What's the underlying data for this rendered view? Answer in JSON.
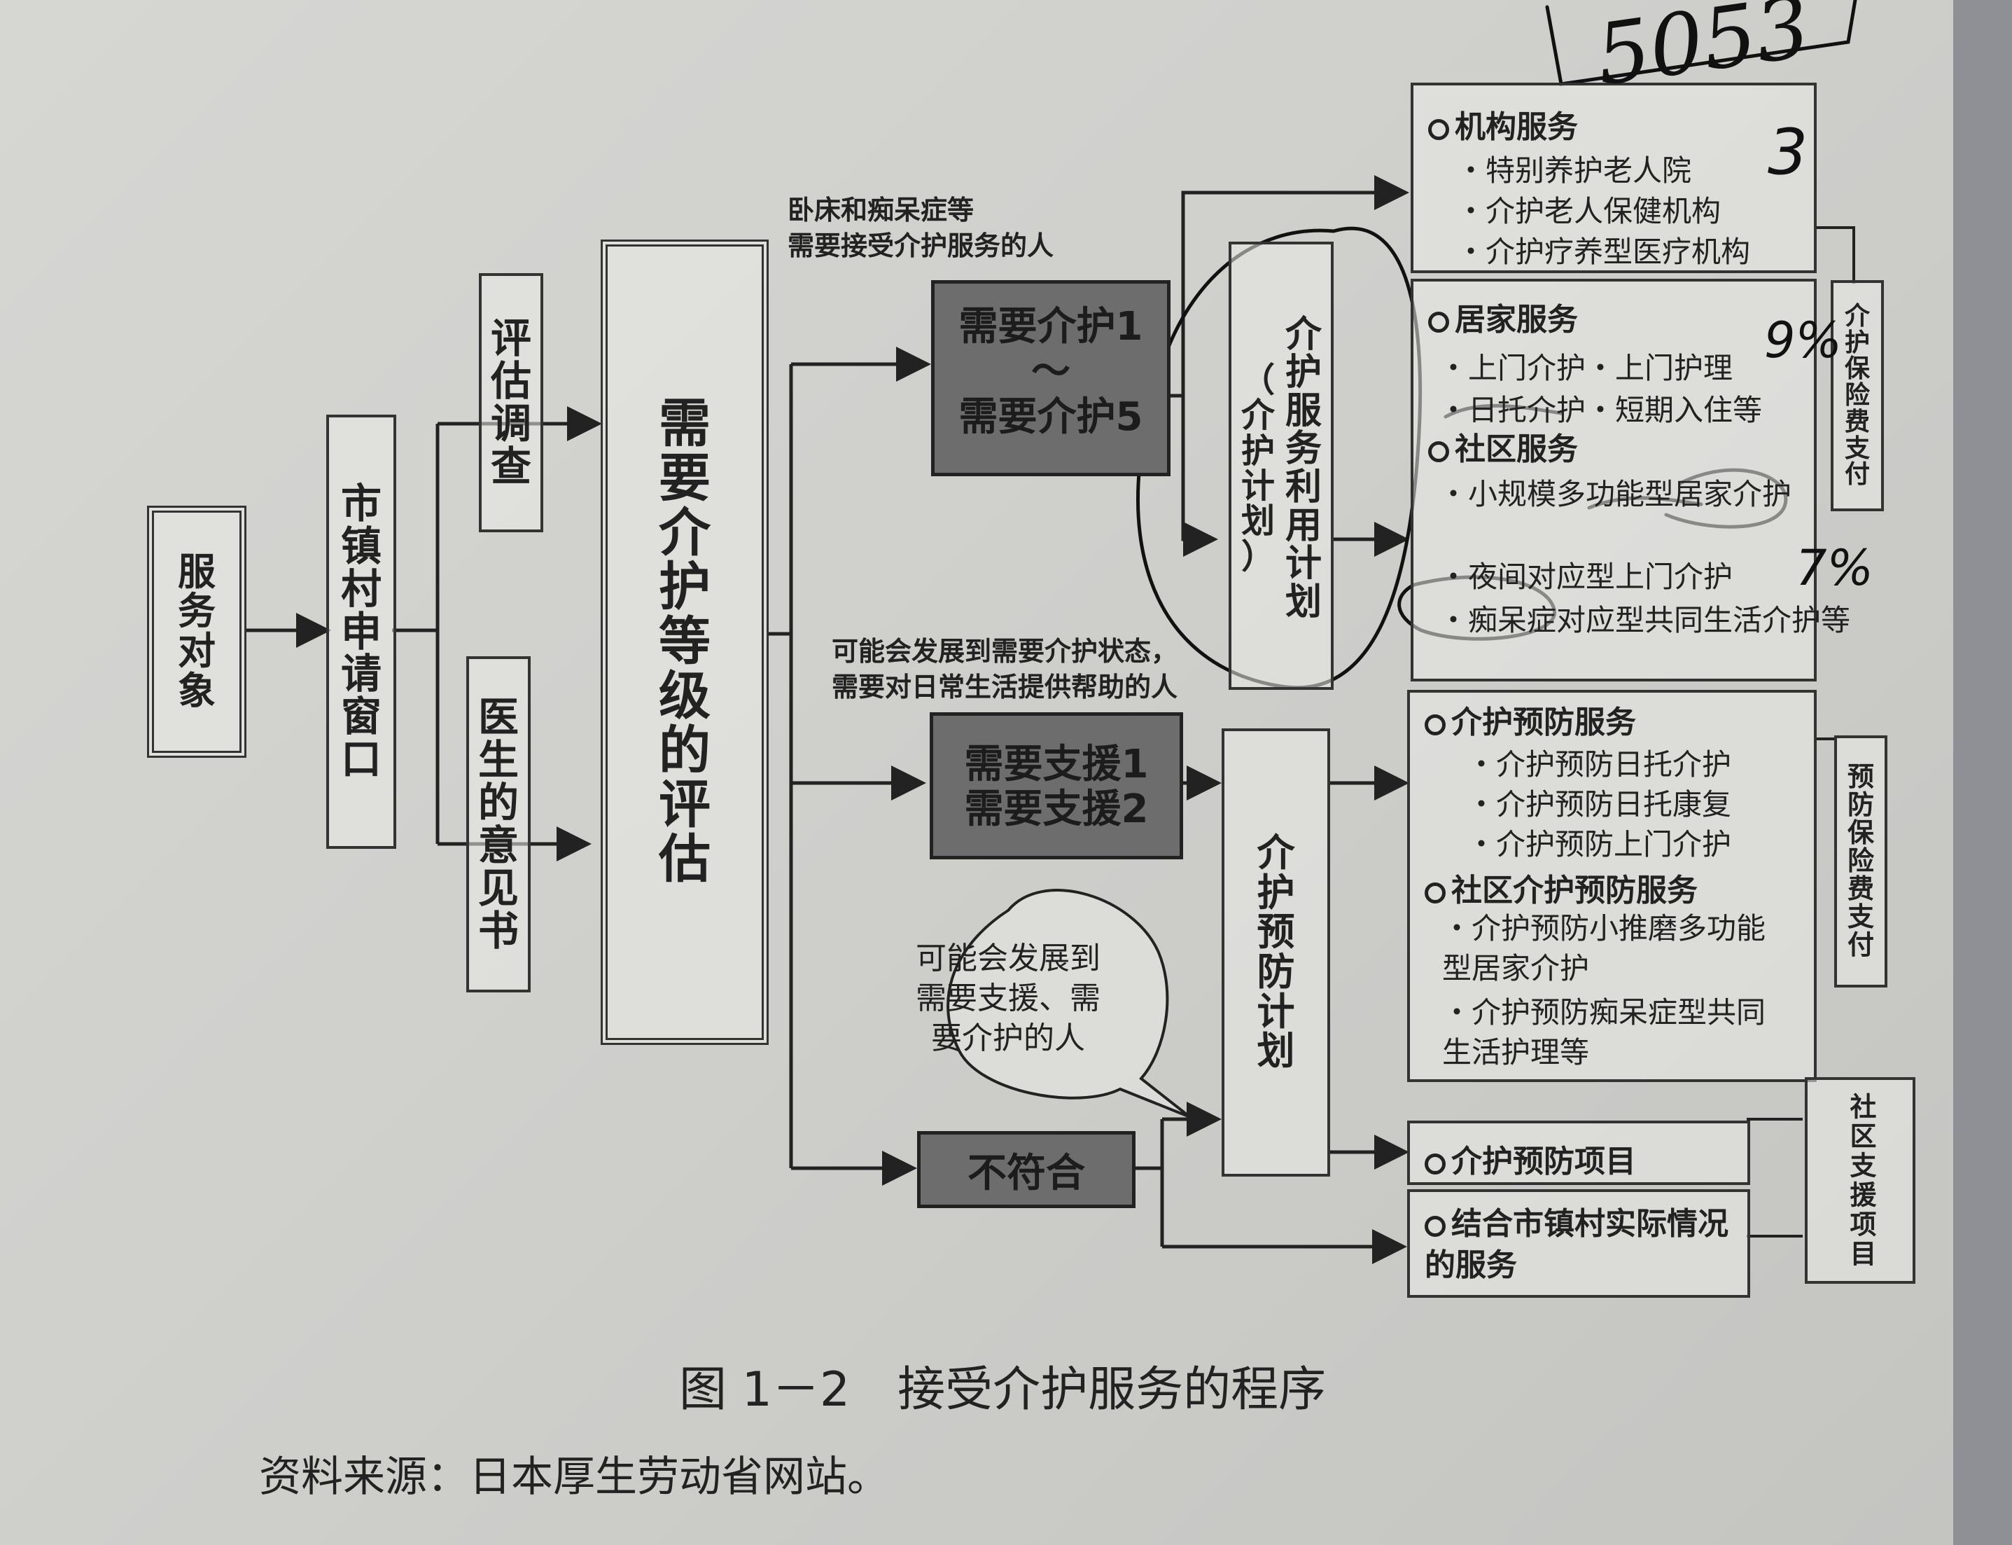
{
  "nodes": {
    "target": "服务对象",
    "window": "市镇村申请窗口",
    "survey": "评估调查",
    "doctor": "医生的意见书",
    "assessment": "需要介护等级的评估",
    "care_level": "需要介护1\n～\n需要介护5",
    "support_level": "需要支援1\n需要支援2",
    "not_eligible": "不符合",
    "care_plan": "介护服务利用计划",
    "care_plan_sub": "（介护计划）",
    "prevention_plan": "介护预防计划"
  },
  "branch_labels": {
    "care": "卧床和痴呆症等\n需要接受介护服务的人",
    "support": "可能会发展到需要介护状态，\n需要对日常生活提供帮助的人",
    "bubble": "可能会发展到\n需要支援、需\n要介护的人"
  },
  "services": {
    "institution": {
      "title": "机构服务",
      "items": [
        "特别养护老人院",
        "介护老人保健机构",
        "介护疗养型医疗机构"
      ]
    },
    "home": {
      "title": "居家服务",
      "items": [
        "上门介护・上门护理",
        "日托介护・短期入住等"
      ]
    },
    "community": {
      "title": "社区服务",
      "items": [
        "小规模多功能型居家介护",
        "夜间对应型上门介护",
        "痴呆症对应型共同生活介护等"
      ]
    },
    "prevention": {
      "title": "介护预防服务",
      "items": [
        "介护预防日托介护",
        "介护预防日托康复",
        "介护预防上门介护"
      ]
    },
    "community_prevention": {
      "title": "社区介护预防服务",
      "items": [
        "介护预防小推磨多功能型居家介护",
        "介护预防痴呆症型共同生活护理等"
      ]
    },
    "prevention_project": {
      "title": "介护预防项目"
    },
    "local_service": {
      "title": "结合市镇村实际情况的服务"
    }
  },
  "payment": {
    "care_insurance": "介护保险费支付",
    "prevention_insurance": "预防保险费支付",
    "community_support": "社区支援项目"
  },
  "caption": "图 1－2　接受介护服务的程序",
  "source": "资料来源：日本厚生劳动省网站。",
  "handwriting": {
    "top": "5053",
    "n1": "3",
    "n2": "9%",
    "n3": "7%"
  }
}
